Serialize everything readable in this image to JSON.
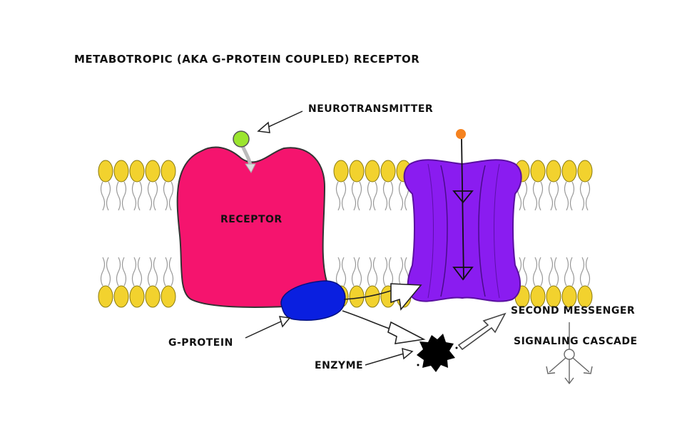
{
  "title": "METABOTROPIC (AKA G-PROTEIN COUPLED) RECEPTOR",
  "labels": {
    "neurotransmitter": "NEUROTRANSMITTER",
    "receptor": "RECEPTOR",
    "g_protein": "G-PROTEIN",
    "enzyme": "ENZYME",
    "second_messenger": "SECOND MESSENGER",
    "signaling_cascade": "SIGNALING CASCADE"
  },
  "colors": {
    "receptor": "#f5146e",
    "g_protein": "#0a1fe0",
    "ion_channel": "#8a1cf0",
    "neurotransmitter": "#9be52e",
    "channel_ligand": "#f5821f",
    "lipid_head": "#f2d22e",
    "enzyme": "#000000",
    "outline": "#333333"
  }
}
